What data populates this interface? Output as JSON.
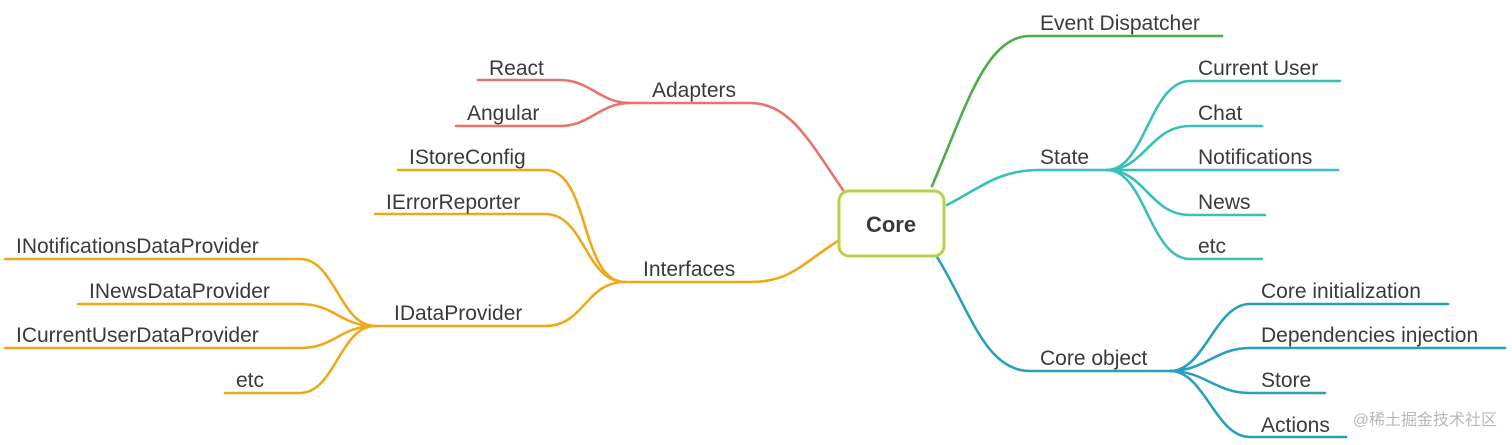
{
  "center": {
    "label": "Core",
    "border_color": "#b5d34a"
  },
  "colors": {
    "adapters": "#e8736b",
    "interfaces": "#edaa16",
    "event_dispatcher": "#4cad47",
    "state": "#39c0b7",
    "core_object": "#27a0bb",
    "text": "#3a3a3a"
  },
  "nodes": {
    "adapters": "Adapters",
    "react": "React",
    "angular": "Angular",
    "interfaces": "Interfaces",
    "istoreconfig": "IStoreConfig",
    "ierrorreporter": "IErrorReporter",
    "idataprovider": "IDataProvider",
    "inotifications_dp": "INotificationsDataProvider",
    "inews_dp": "INewsDataProvider",
    "icurrentuser_dp": "ICurrentUserDataProvider",
    "idp_etc": "etc",
    "event_dispatcher": "Event Dispatcher",
    "state": "State",
    "current_user": "Current User",
    "chat": "Chat",
    "notifications": "Notifications",
    "news": "News",
    "state_etc": "etc",
    "core_object": "Core object",
    "core_init": "Core initialization",
    "dependencies_injection": "Dependencies injection",
    "store": "Store",
    "actions": "Actions"
  },
  "watermark": "@稀土掘金技术社区"
}
